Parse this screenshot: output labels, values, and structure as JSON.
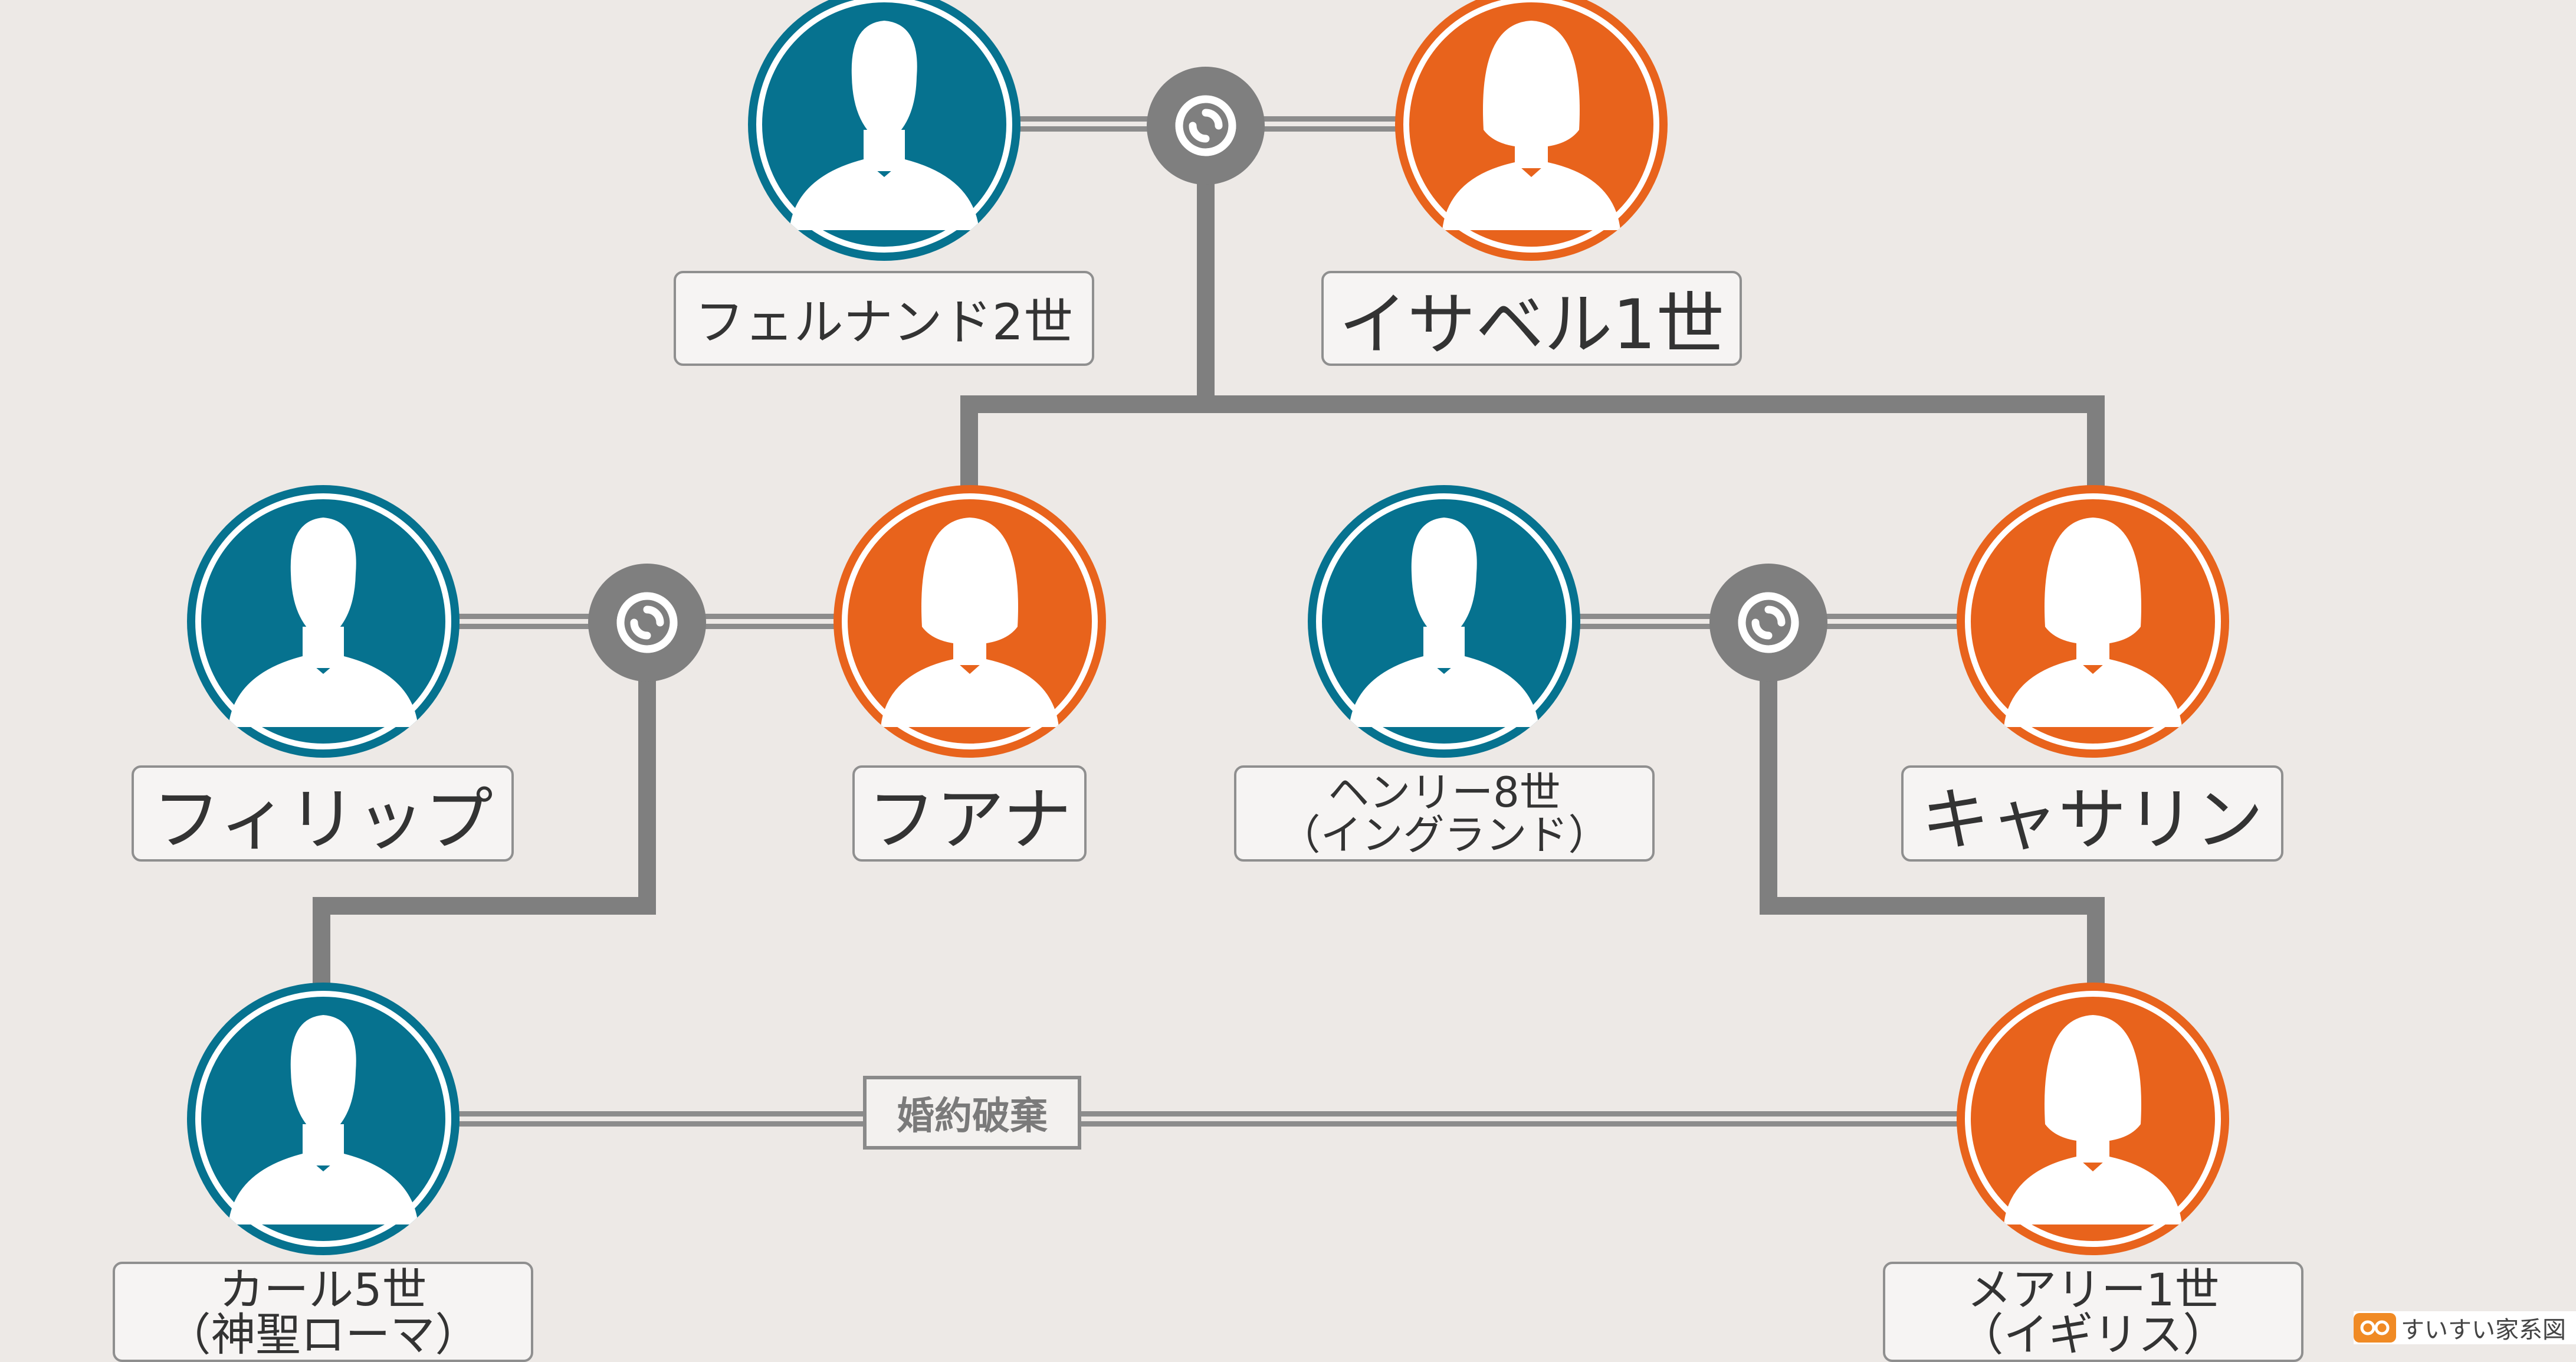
{
  "people": {
    "ferdinand": {
      "name": "フェルナンド2世",
      "gender": "male"
    },
    "isabel": {
      "name": "イサベル1世",
      "gender": "female"
    },
    "philip": {
      "name": "フィリップ",
      "gender": "male"
    },
    "juana": {
      "name": "フアナ",
      "gender": "female"
    },
    "henry": {
      "name_line1": "ヘンリー8世",
      "name_line2": "（イングランド）",
      "gender": "male"
    },
    "catherine": {
      "name": "キャサリン",
      "gender": "female"
    },
    "carlos": {
      "name_line1": "カール5世",
      "name_line2": "（神聖ローマ）",
      "gender": "male"
    },
    "mary": {
      "name_line1": "メアリー1世",
      "name_line2": "（イギリス）",
      "gender": "female"
    }
  },
  "relations": {
    "engagement_note": "婚約破棄"
  },
  "branding": {
    "logo_text": "すいすい家系図"
  },
  "colors": {
    "male": "#06728F",
    "female": "#E8631C",
    "line": "#7F7F7F",
    "background": "#EDE9E6"
  }
}
